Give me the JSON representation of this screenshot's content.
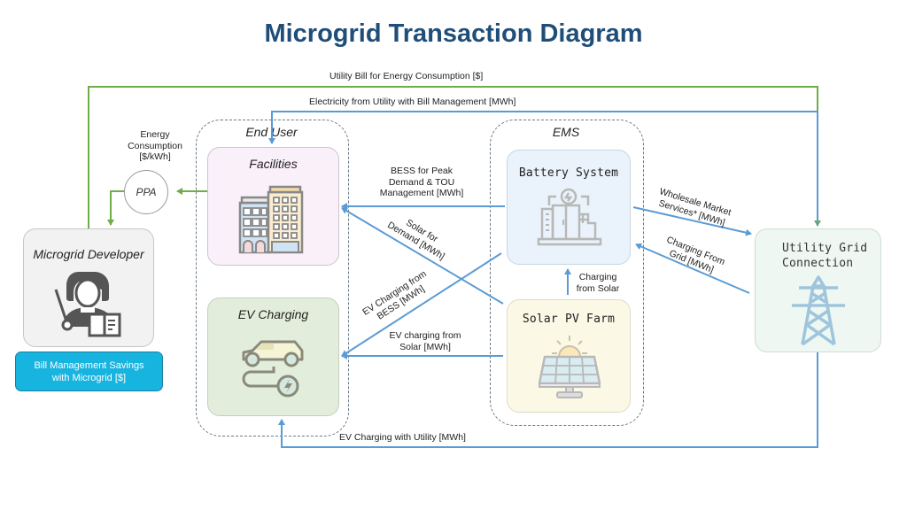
{
  "title": "Microgrid Transaction Diagram",
  "colors": {
    "title": "#1f4e79",
    "flow_money": "#70ad47",
    "flow_energy": "#5b9bd5",
    "savings_box": "#18b4e0"
  },
  "groups": {
    "end_user": "End User",
    "ems": "EMS"
  },
  "nodes": {
    "facilities": {
      "title": "Facilities",
      "icon": "office-building-icon"
    },
    "ev_charging": {
      "title": "EV Charging",
      "icon": "ev-car-charging-icon"
    },
    "battery_system": {
      "title": "Battery System",
      "icon": "battery-storage-icon"
    },
    "solar_pv_farm": {
      "title": "Solar PV Farm",
      "icon": "solar-panel-icon"
    },
    "utility_grid_line1": "Utility Grid",
    "utility_grid_line2": "Connection",
    "utility_grid_icon": "transmission-tower-icon",
    "microgrid_developer": {
      "title": "Microgrid Developer",
      "icon": "presenter-person-icon"
    },
    "ppa": "PPA",
    "savings_line1": "Bill Management Savings",
    "savings_line2": "with Microgrid [$]"
  },
  "flows": {
    "utility_bill": "Utility Bill for Energy Consumption [$]",
    "electricity_from_utility": "Electricity from Utility with Bill Management [MWh]",
    "energy_consumption_l1": "Energy",
    "energy_consumption_l2": "Consumption",
    "energy_consumption_l3": "[$/kWh]",
    "bess_peak_l1": "BESS for Peak",
    "bess_peak_l2": "Demand & TOU",
    "bess_peak_l3": "Management [MWh]",
    "solar_demand_l1": "Solar for",
    "solar_demand_l2": "Demand [MWh]",
    "ev_bess_l1": "EV Charging from",
    "ev_bess_l2": "BESS [MWh]",
    "ev_solar_l1": "EV charging from",
    "ev_solar_l2": "Solar [MWh]",
    "charging_solar_l1": "Charging",
    "charging_solar_l2": "from Solar",
    "wholesale_l1": "Wholesale Market",
    "wholesale_l2": "Services* [MWh]",
    "charging_grid_l1": "Charging From",
    "charging_grid_l2": "Grid [MWh]",
    "ev_utility": "EV Charging with Utility [MWh]"
  }
}
